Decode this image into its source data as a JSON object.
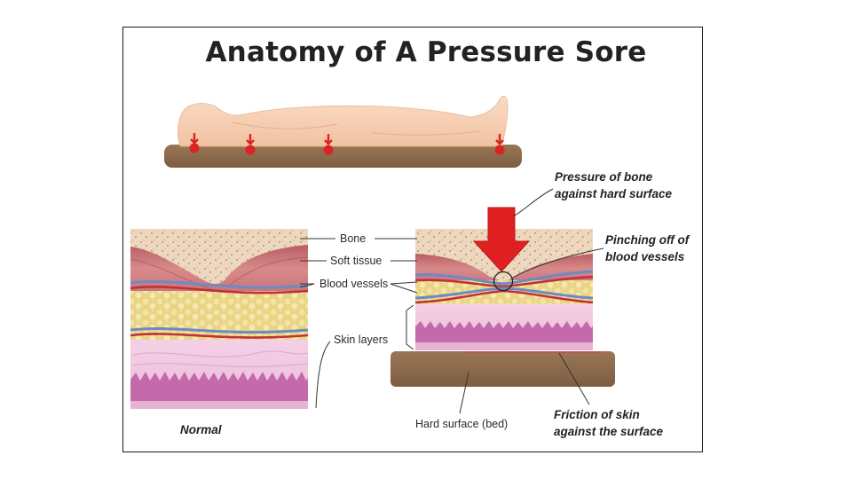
{
  "title": "Anatomy of A Pressure Sore",
  "labels": {
    "bone": "Bone",
    "soft_tissue": "Soft tissue",
    "blood_vessels": "Blood vessels",
    "skin_layers": "Skin layers",
    "hard_surface": "Hard surface (bed)",
    "normal": "Normal"
  },
  "annotations": {
    "pressure_line1": "Pressure of bone",
    "pressure_line2": "against hard surface",
    "pinching_line1": "Pinching off of",
    "pinching_line2": "blood vessels",
    "friction_line1": "Friction of skin",
    "friction_line2": "against the surface"
  },
  "colors": {
    "bone": "#edd6bd",
    "soft_tissue": "#c9747a",
    "fat": "#eedc8f",
    "skin": "#f0c6df",
    "dermis": "#c46aab",
    "surface": "#8c6a4c",
    "body": "#f6cfb2",
    "arrow": "#e02020"
  }
}
